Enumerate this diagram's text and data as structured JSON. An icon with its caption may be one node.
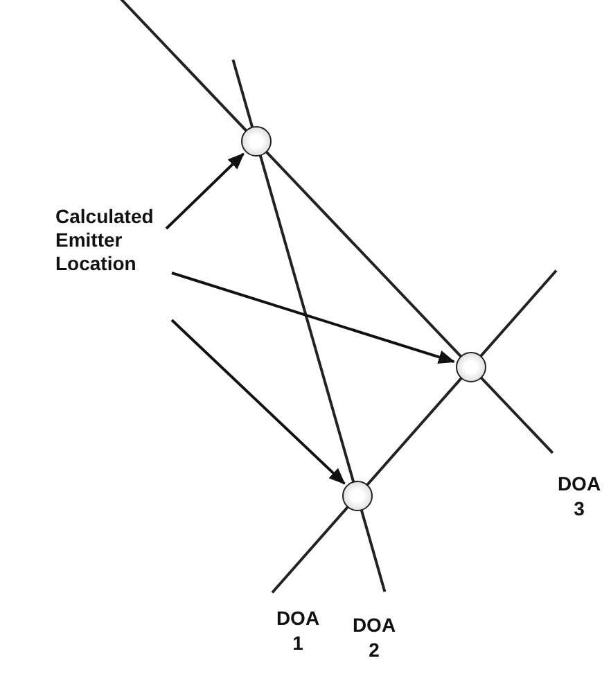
{
  "diagram": {
    "nodes": [
      {
        "text": [
          "Calculated Emitter Location"
        ]
      },
      {
        "text": [],
        "shape": "circle"
      },
      {
        "text": [],
        "shape": "circle"
      },
      {
        "text": [],
        "shape": "circle"
      }
    ],
    "edges": [
      {
        "from": 0,
        "to": 1,
        "arrow": "to"
      },
      {
        "from": 0,
        "to": 2,
        "arrow": "to"
      },
      {
        "from": 0,
        "to": 3,
        "arrow": "to"
      }
    ],
    "labels": [
      "DOA 1",
      "DOA 2",
      "DOA 3"
    ]
  }
}
